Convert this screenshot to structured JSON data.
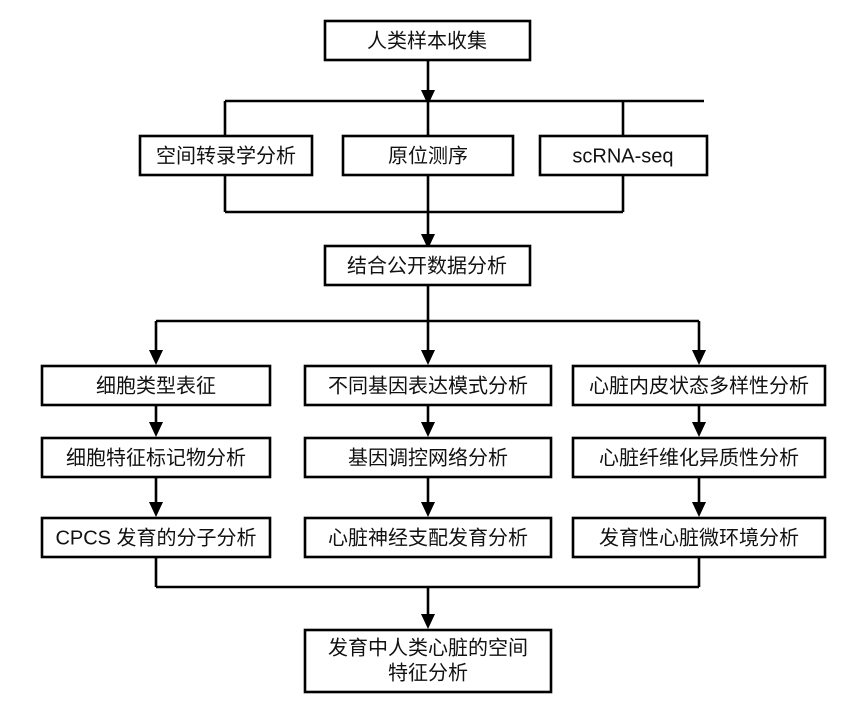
{
  "diagram": {
    "title": "Human heart development spatial analysis workflow",
    "orientation": "top-down",
    "background_color": "#ffffff",
    "line_color": "#000000",
    "text_color": "#111111",
    "nodes": [
      {
        "id": "n1",
        "label": "人类样本收集",
        "row": 1,
        "column": "center",
        "lines": [
          "人类样本收集"
        ]
      },
      {
        "id": "n2a",
        "label": "空间转录学分析",
        "row": 2,
        "column": "left",
        "lines": [
          "空间转录学分析"
        ]
      },
      {
        "id": "n2b",
        "label": "原位测序",
        "row": 2,
        "column": "center",
        "lines": [
          "原位测序"
        ]
      },
      {
        "id": "n2c",
        "label": "scRNA-seq",
        "row": 2,
        "column": "right",
        "lines": [
          "scRNA-seq"
        ]
      },
      {
        "id": "n3",
        "label": "结合公开数据分析",
        "row": 3,
        "column": "center",
        "lines": [
          "结合公开数据分析"
        ]
      },
      {
        "id": "n4a",
        "label": "细胞类型表征",
        "row": 4,
        "column": "left",
        "lines": [
          "细胞类型表征"
        ]
      },
      {
        "id": "n4b",
        "label": "不同基因表达模式分析",
        "row": 4,
        "column": "center",
        "lines": [
          "不同基因表达模式分析"
        ]
      },
      {
        "id": "n4c",
        "label": "心脏内皮状态多样性分析",
        "row": 4,
        "column": "right",
        "lines": [
          "心脏内皮状态多样性分析"
        ]
      },
      {
        "id": "n5a",
        "label": "细胞特征标记物分析",
        "row": 5,
        "column": "left",
        "lines": [
          "细胞特征标记物分析"
        ]
      },
      {
        "id": "n5b",
        "label": "基因调控网络分析",
        "row": 5,
        "column": "center",
        "lines": [
          "基因调控网络分析"
        ]
      },
      {
        "id": "n5c",
        "label": "心脏纤维化异质性分析",
        "row": 5,
        "column": "right",
        "lines": [
          "心脏纤维化异质性分析"
        ]
      },
      {
        "id": "n6a",
        "label": "CPCS 发育的分子分析",
        "row": 6,
        "column": "left",
        "lines": [
          "CPCS 发育的分子分析"
        ]
      },
      {
        "id": "n6b",
        "label": "心脏神经支配发育分析",
        "row": 6,
        "column": "center",
        "lines": [
          "心脏神经支配发育分析"
        ]
      },
      {
        "id": "n6c",
        "label": "发育性心脏微环境分析",
        "row": 6,
        "column": "right",
        "lines": [
          "发育性心脏微环境分析"
        ]
      },
      {
        "id": "n7",
        "label": "发育中人类心脏的空间特征分析",
        "row": 7,
        "column": "center",
        "lines": [
          "发育中人类心脏的空间",
          "特征分析"
        ]
      }
    ],
    "edges": [
      {
        "from": "n1",
        "to": "n2a",
        "style": "bus-split"
      },
      {
        "from": "n1",
        "to": "n2b",
        "style": "bus-split"
      },
      {
        "from": "n1",
        "to": "n2c",
        "style": "bus-split"
      },
      {
        "from": "n2a",
        "to": "n3",
        "style": "bus-merge"
      },
      {
        "from": "n2b",
        "to": "n3",
        "style": "bus-merge"
      },
      {
        "from": "n2c",
        "to": "n3",
        "style": "bus-merge"
      },
      {
        "from": "n3",
        "to": "n4a",
        "style": "bus-split-arrow"
      },
      {
        "from": "n3",
        "to": "n4b",
        "style": "bus-split-arrow"
      },
      {
        "from": "n3",
        "to": "n4c",
        "style": "bus-split-arrow"
      },
      {
        "from": "n4a",
        "to": "n5a",
        "style": "straight-arrow"
      },
      {
        "from": "n4b",
        "to": "n5b",
        "style": "straight-arrow"
      },
      {
        "from": "n4c",
        "to": "n5c",
        "style": "straight-arrow"
      },
      {
        "from": "n5a",
        "to": "n6a",
        "style": "straight-arrow"
      },
      {
        "from": "n5b",
        "to": "n6b",
        "style": "straight-arrow"
      },
      {
        "from": "n5c",
        "to": "n6c",
        "style": "straight-arrow"
      },
      {
        "from": "n6a",
        "to": "n7",
        "style": "bus-merge-arrow"
      },
      {
        "from": "n6c",
        "to": "n7",
        "style": "bus-merge-arrow"
      }
    ]
  }
}
